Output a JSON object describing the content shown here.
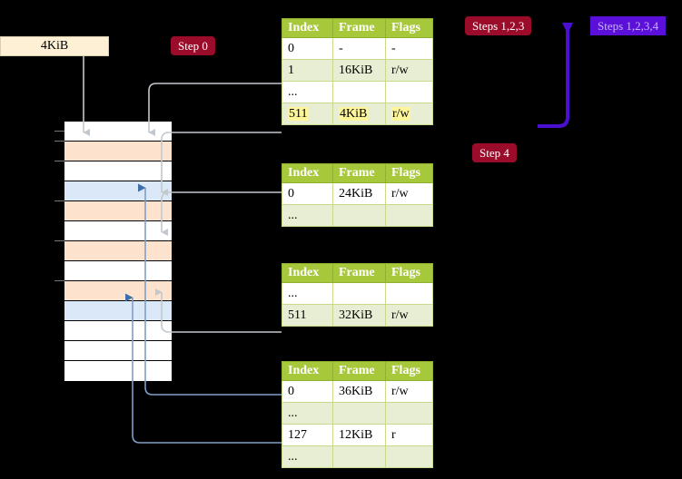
{
  "diagram": {
    "title_boxes": {
      "physical_frame_label": "4KiB"
    },
    "badges": [
      {
        "id": "step0",
        "label": "Step 0",
        "color": "#9b0c2b",
        "text_color": "#ffffff"
      },
      {
        "id": "steps123",
        "label": "Steps 1,2,3",
        "color": "#9b0c2b",
        "text_color": "#ffffff"
      },
      {
        "id": "steps1234",
        "label": "Steps 1,2,3,4",
        "color": "#5a10d8",
        "text_color": "#c7b3f5"
      },
      {
        "id": "step4",
        "label": "Step 4",
        "color": "#9b0c2b",
        "text_color": "#ffffff"
      }
    ],
    "memory_grid": {
      "rows": [
        {
          "index": 0,
          "fill": "white"
        },
        {
          "index": 1,
          "fill": "orange"
        },
        {
          "index": 2,
          "fill": "white"
        },
        {
          "index": 3,
          "fill": "blue"
        },
        {
          "index": 4,
          "fill": "orange"
        },
        {
          "index": 5,
          "fill": "white"
        },
        {
          "index": 6,
          "fill": "orange"
        },
        {
          "index": 7,
          "fill": "white"
        },
        {
          "index": 8,
          "fill": "orange"
        },
        {
          "index": 9,
          "fill": "blue"
        },
        {
          "index": 10,
          "fill": "white"
        },
        {
          "index": 11,
          "fill": "white"
        },
        {
          "index": 12,
          "fill": "white"
        }
      ]
    },
    "tables": [
      {
        "id": "table1",
        "headers": [
          "Index",
          "Frame",
          "Flags"
        ],
        "rows": [
          {
            "index": "0",
            "frame": "-",
            "flags": "-",
            "shade": "odd",
            "highlight": false
          },
          {
            "index": "1",
            "frame": "16KiB",
            "flags": "r/w",
            "shade": "even",
            "highlight": false
          },
          {
            "index": "...",
            "frame": "",
            "flags": "",
            "shade": "odd",
            "highlight": false
          },
          {
            "index": "511",
            "frame": "4KiB",
            "flags": "r/w",
            "shade": "even",
            "highlight": true
          }
        ]
      },
      {
        "id": "table2",
        "headers": [
          "Index",
          "Frame",
          "Flags"
        ],
        "rows": [
          {
            "index": "0",
            "frame": "24KiB",
            "flags": "r/w",
            "shade": "odd",
            "highlight": false
          },
          {
            "index": "...",
            "frame": "",
            "flags": "",
            "shade": "even",
            "highlight": false
          }
        ]
      },
      {
        "id": "table3",
        "headers": [
          "Index",
          "Frame",
          "Flags"
        ],
        "rows": [
          {
            "index": "...",
            "frame": "",
            "flags": "",
            "shade": "odd",
            "highlight": false
          },
          {
            "index": "511",
            "frame": "32KiB",
            "flags": "r/w",
            "shade": "even",
            "highlight": false
          }
        ]
      },
      {
        "id": "table4",
        "headers": [
          "Index",
          "Frame",
          "Flags"
        ],
        "rows": [
          {
            "index": "0",
            "frame": "36KiB",
            "flags": "r/w",
            "shade": "odd",
            "highlight": false
          },
          {
            "index": "...",
            "frame": "",
            "flags": "",
            "shade": "even",
            "highlight": false
          },
          {
            "index": "127",
            "frame": "12KiB",
            "flags": "r",
            "shade": "odd",
            "highlight": false
          },
          {
            "index": "...",
            "frame": "",
            "flags": "",
            "shade": "even",
            "highlight": false
          }
        ]
      }
    ],
    "colors": {
      "header_green": "#a8c83c",
      "row_green": "#e8eed4",
      "frame_orange": "#fde3cd",
      "frame_blue": "#dbe8f7",
      "cream": "#fdf0d5",
      "highlight_yellow": "#fdf59a",
      "wire_gray": "#b9bec4",
      "wire_blue": "#7d9fc8",
      "arrow_purple": "#5a10d8",
      "background": "#000000"
    }
  }
}
